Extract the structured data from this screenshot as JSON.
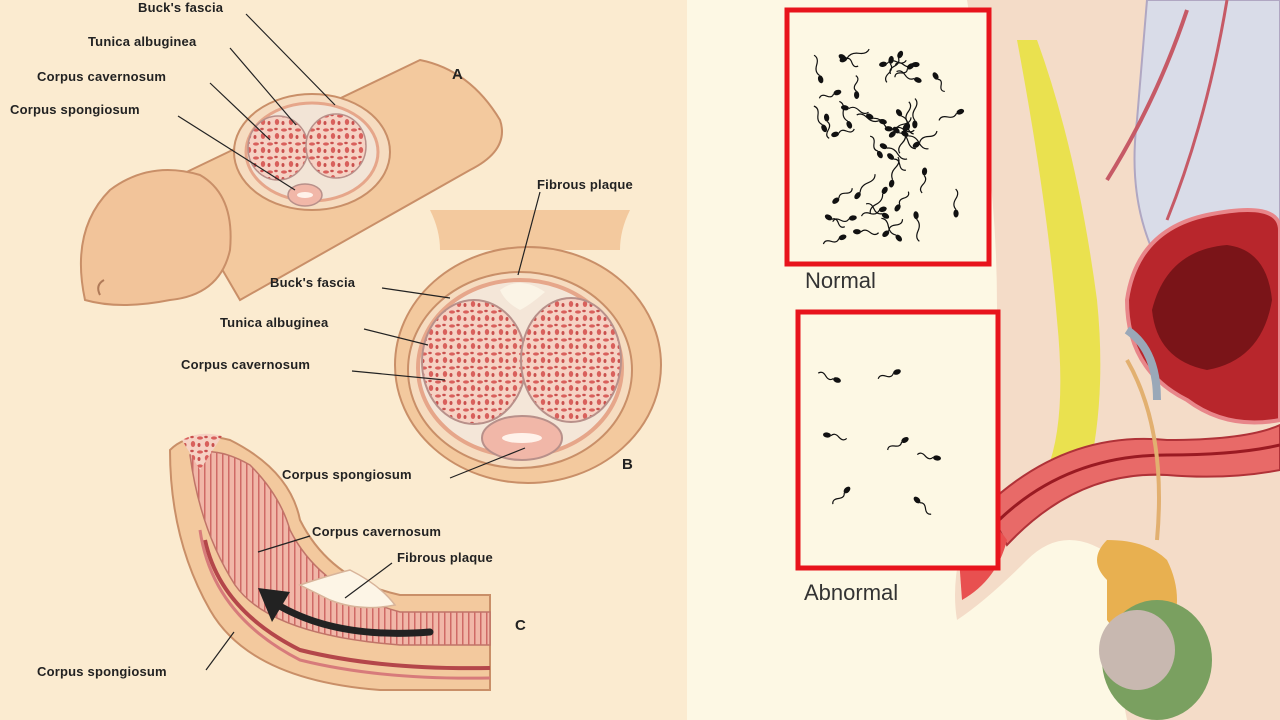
{
  "labels": {
    "a_bucks_fascia": "Buck's fascia",
    "a_tunica_albuginea": "Tunica albuginea",
    "a_corpus_cavernosum": "Corpus cavernosum",
    "a_corpus_spongiosum": "Corpus spongiosum",
    "letter_a": "A",
    "b_fibrous_plaque": "Fibrous plaque",
    "b_bucks_fascia": "Buck's fascia",
    "b_tunica_albuginea": "Tunica albuginea",
    "b_corpus_cavernosum": "Corpus cavernosum",
    "b_corpus_spongiosum": "Corpus spongiosum",
    "letter_b": "B",
    "c_corpus_cavernosum": "Corpus cavernosum",
    "c_fibrous_plaque": "Fibrous plaque",
    "letter_c": "C",
    "c_corpus_spongiosum": "Corpus spongiosum"
  },
  "sperm_panels": {
    "normal_caption": "Normal",
    "abnormal_caption": "Abnormal"
  },
  "colors": {
    "left_bg": "#fbebd0",
    "right_bg": "#fdf8e4",
    "skin": "#f3c99e",
    "tissue": "#e07a78",
    "panel_border": "#e8141c"
  }
}
